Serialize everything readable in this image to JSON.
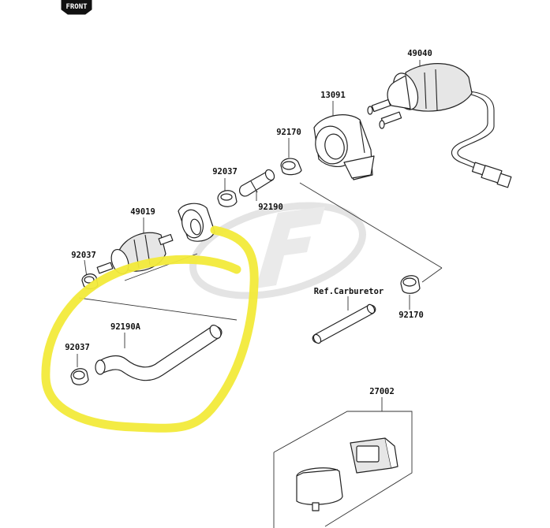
{
  "front_badge": "FRONT",
  "labels": {
    "p49040": "49040",
    "p13091": "13091",
    "p92170_top": "92170",
    "p92037_mid": "92037",
    "p92190": "92190",
    "p49019": "49019",
    "p92037_left": "92037",
    "p92190a": "92190A",
    "p92037_bottom": "92037",
    "ref_carburetor": "Ref.Carburetor",
    "p92170_right": "92170",
    "p27002": "27002"
  },
  "colors": {
    "highlight": "#f2ea3a",
    "watermark": "#d6d6d6",
    "line": "#222222"
  },
  "icons": {
    "front_arrow": "front-arrow-icon",
    "watermark": "watermark-logo-icon"
  }
}
